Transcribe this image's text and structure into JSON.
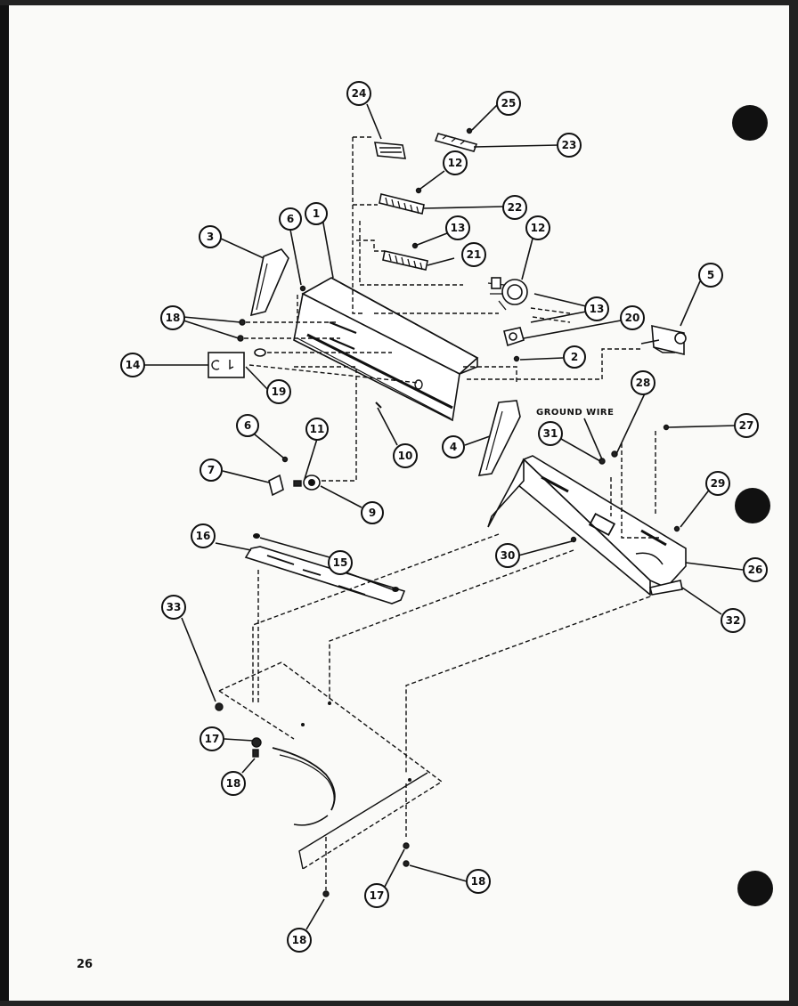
{
  "page_number": "26",
  "ground_wire_label": "GROUND WIRE",
  "callouts": [
    {
      "id": "c24",
      "label": "24"
    },
    {
      "id": "c25",
      "label": "25"
    },
    {
      "id": "c23",
      "label": "23"
    },
    {
      "id": "c12a",
      "label": "12"
    },
    {
      "id": "c1",
      "label": "1"
    },
    {
      "id": "c22",
      "label": "22"
    },
    {
      "id": "c13a",
      "label": "13"
    },
    {
      "id": "c12b",
      "label": "12"
    },
    {
      "id": "c21",
      "label": "21"
    },
    {
      "id": "c3",
      "label": "3"
    },
    {
      "id": "c6a",
      "label": "6"
    },
    {
      "id": "c5",
      "label": "5"
    },
    {
      "id": "c13b",
      "label": "13"
    },
    {
      "id": "c18a",
      "label": "18"
    },
    {
      "id": "c20",
      "label": "20"
    },
    {
      "id": "c2",
      "label": "2"
    },
    {
      "id": "c14",
      "label": "14"
    },
    {
      "id": "c19",
      "label": "19"
    },
    {
      "id": "c28",
      "label": "28"
    },
    {
      "id": "c31",
      "label": "31"
    },
    {
      "id": "c27",
      "label": "27"
    },
    {
      "id": "c6b",
      "label": "6"
    },
    {
      "id": "c11",
      "label": "11"
    },
    {
      "id": "c10",
      "label": "10"
    },
    {
      "id": "c4",
      "label": "4"
    },
    {
      "id": "c7",
      "label": "7"
    },
    {
      "id": "c9",
      "label": "9"
    },
    {
      "id": "c29",
      "label": "29"
    },
    {
      "id": "c16",
      "label": "16"
    },
    {
      "id": "c15",
      "label": "15"
    },
    {
      "id": "c30",
      "label": "30"
    },
    {
      "id": "c26",
      "label": "26"
    },
    {
      "id": "c32",
      "label": "32"
    },
    {
      "id": "c33",
      "label": "33"
    },
    {
      "id": "c17a",
      "label": "17"
    },
    {
      "id": "c18b",
      "label": "18"
    },
    {
      "id": "c18c",
      "label": "18"
    },
    {
      "id": "c17b",
      "label": "17"
    },
    {
      "id": "c18d",
      "label": "18"
    }
  ]
}
